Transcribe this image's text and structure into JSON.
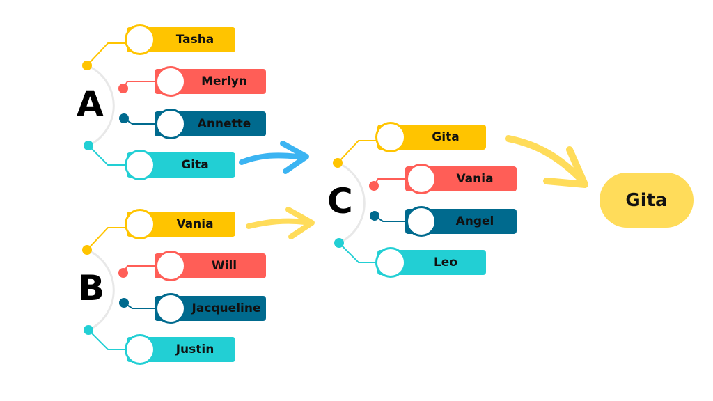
{
  "colors": {
    "yellow": "#FFC400",
    "red": "#FF5E57",
    "darkblue": "#006A8E",
    "cyan": "#22CFD4",
    "arc": "#E8E8E8",
    "result": "#FFDC5A",
    "arrow_blue": "#3BB4F2",
    "arrow_yellow": "#FFDC5A"
  },
  "groups": [
    {
      "letter": "A",
      "items": [
        "Tasha",
        "Merlyn",
        "Annette",
        "Gita"
      ]
    },
    {
      "letter": "B",
      "items": [
        "Vania",
        "Will",
        "Jacqueline",
        "Justin"
      ]
    },
    {
      "letter": "C",
      "items": [
        "Gita",
        "Vania",
        "Angel",
        "Leo"
      ]
    }
  ],
  "result": {
    "label": "Gita"
  },
  "arrows": [
    {
      "from": "A",
      "to": "C",
      "color": "blue"
    },
    {
      "from": "B",
      "to": "C",
      "color": "yellow"
    },
    {
      "from": "C",
      "to": "result",
      "color": "yellow"
    }
  ]
}
